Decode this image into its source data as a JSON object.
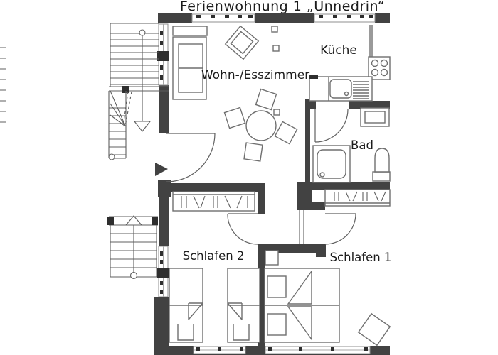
{
  "title": "Ferienwohnung 1   „Unnedrin“",
  "rooms": {
    "living": {
      "label": "Wohn-/Esszimmer"
    },
    "kitchen": {
      "label": "Küche"
    },
    "bath": {
      "label": "Bad"
    },
    "bedroom1": {
      "label": "Schlafen 1"
    },
    "bedroom2": {
      "label": "Schlafen 2"
    }
  },
  "colors": {
    "wall": "#424242",
    "line": "#6f6f6f",
    "window_mark": "#2e2e2e",
    "text": "#1b1b1b",
    "background": "#ffffff"
  }
}
